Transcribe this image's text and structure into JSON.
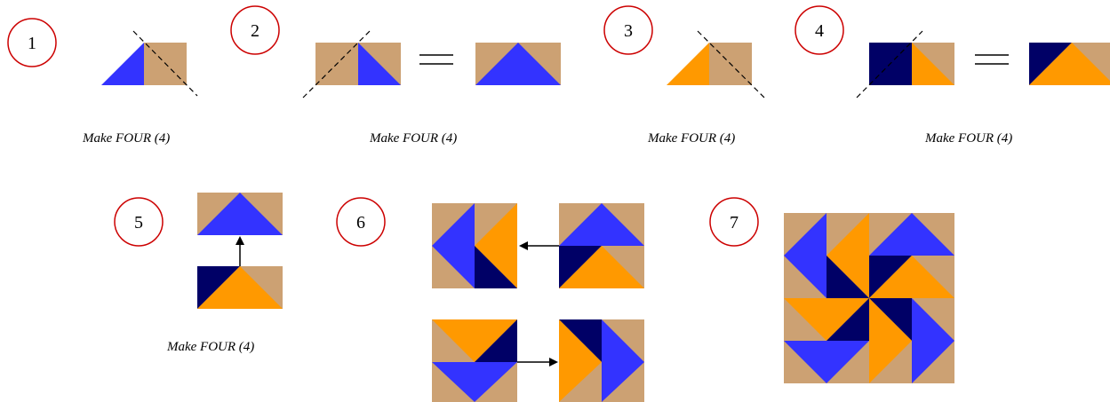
{
  "colors": {
    "tan": "#CCA173",
    "blue": "#3333FF",
    "navy": "#000066",
    "orange": "#FF9900",
    "circle": "#CC0000"
  },
  "steps": [
    {
      "number": "1",
      "caption": "Make FOUR (4)"
    },
    {
      "number": "2",
      "caption": "Make FOUR (4)"
    },
    {
      "number": "3",
      "caption": "Make FOUR (4)"
    },
    {
      "number": "4",
      "caption": "Make FOUR (4)"
    },
    {
      "number": "5",
      "caption": "Make FOUR (4)"
    },
    {
      "number": "6"
    },
    {
      "number": "7"
    }
  ]
}
